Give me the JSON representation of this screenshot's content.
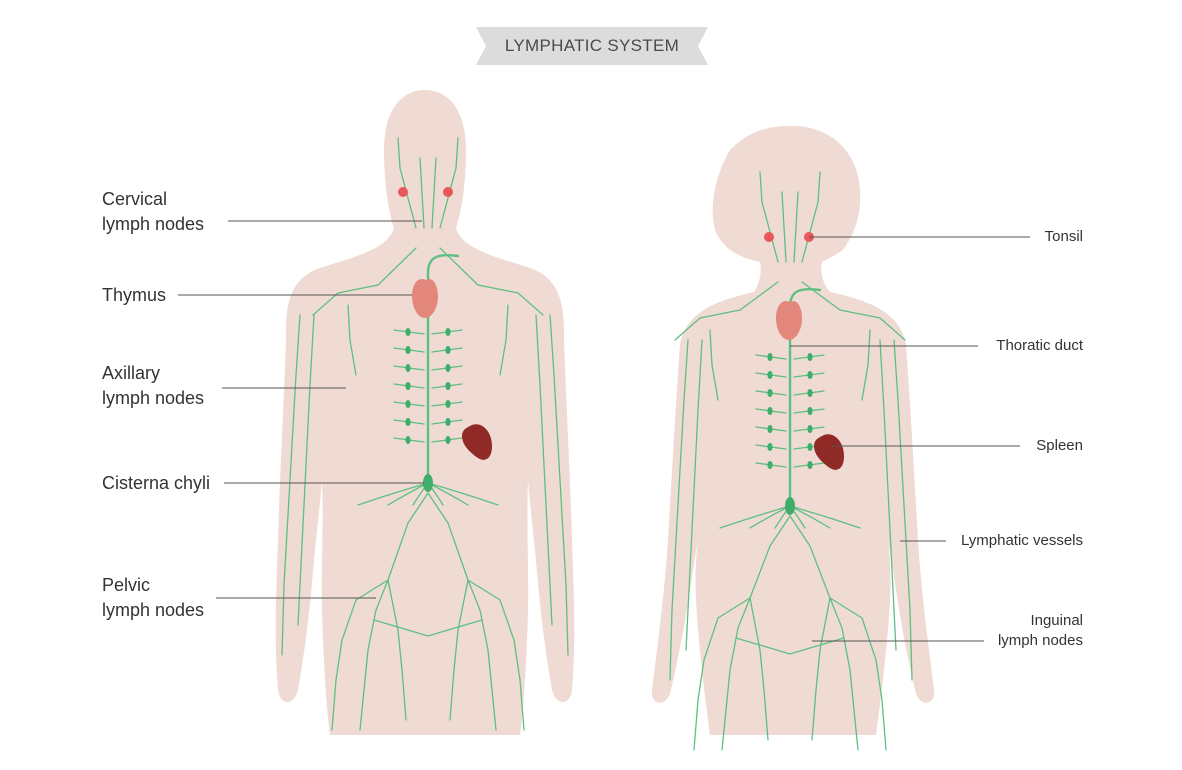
{
  "title": "LYMPHATIC SYSTEM",
  "colors": {
    "skin": "#efdbd3",
    "vessel": "#5fbf82",
    "node": "#3fae6a",
    "thymus": "#e3877c",
    "spleen": "#8f2a26",
    "tonsil": "#e9575a",
    "leader": "#555555",
    "banner": "#dcdcdc"
  },
  "labels_left": [
    {
      "id": "cervical",
      "text": "Cervical\nlymph nodes"
    },
    {
      "id": "thymus",
      "text": "Thymus"
    },
    {
      "id": "axillary",
      "text": "Axillary\nlymph nodes"
    },
    {
      "id": "cisterna",
      "text": "Cisterna chyli"
    },
    {
      "id": "pelvic",
      "text": "Pelvic\nlymph nodes"
    }
  ],
  "labels_right": [
    {
      "id": "tonsil",
      "text": "Tonsil"
    },
    {
      "id": "thoratic",
      "text": "Thoratic duct"
    },
    {
      "id": "spleen",
      "text": "Spleen"
    },
    {
      "id": "vessels",
      "text": "Lymphatic vessels"
    },
    {
      "id": "inguinal",
      "text": "Inguinal\nlymph nodes"
    }
  ]
}
